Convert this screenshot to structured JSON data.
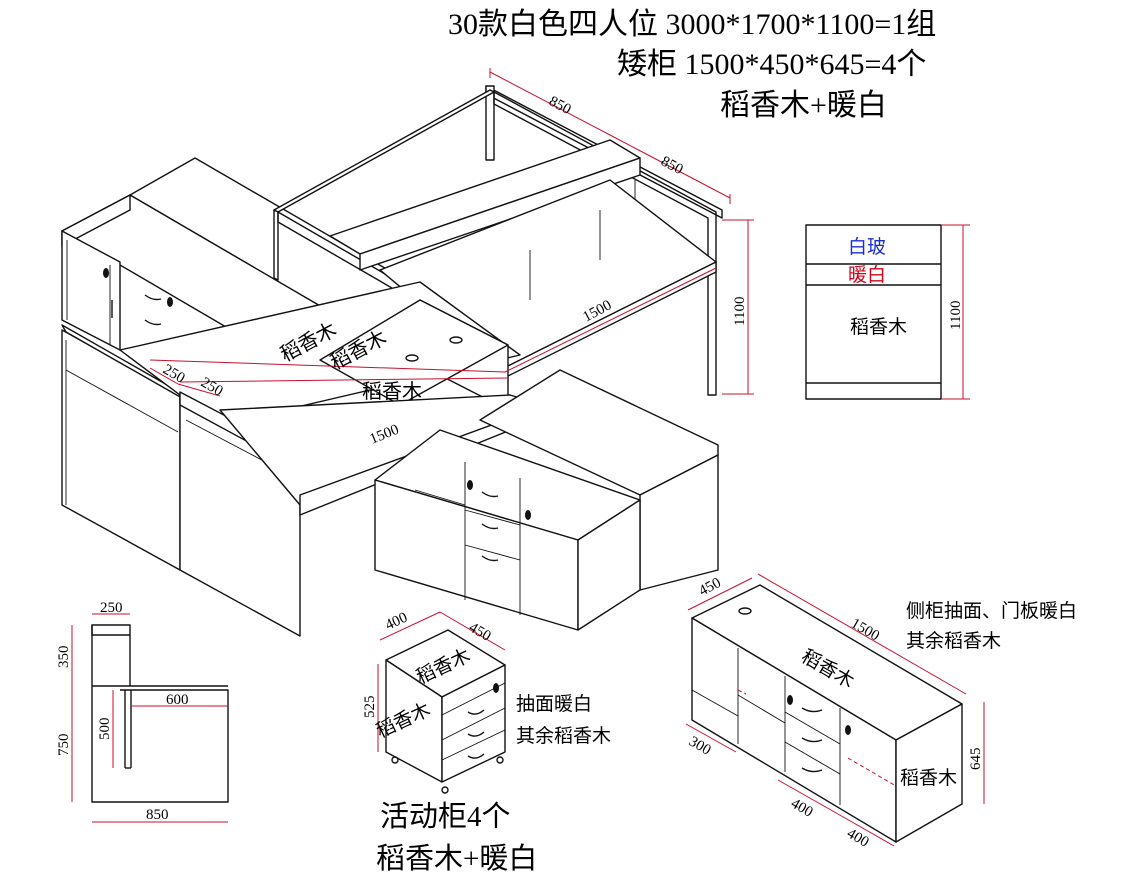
{
  "header": {
    "line1": "30款白色四人位  3000*1700*1100=1组",
    "line2": "矮柜  1500*450*645=4个",
    "line3": "稻香木+暖白"
  },
  "workstation": {
    "dims": {
      "top_width_a": "850",
      "top_width_b": "850",
      "height": "1100",
      "desk_length_back": "1500",
      "desk_length_front": "1500",
      "screen_a": "250",
      "screen_b": "250"
    },
    "material_labels": [
      "稻香木",
      "稻香木",
      "稻香木"
    ]
  },
  "side_panel": {
    "glass_label": "白玻",
    "warm_label": "暖白",
    "wood_label": "稻香木",
    "height": "1100",
    "colors": {
      "glass": "#1a2fd0",
      "warm": "#d0021b"
    }
  },
  "section_view": {
    "dims": {
      "top_width": "250",
      "upper_height": "350",
      "desk_depth": "600",
      "lower_height": "750",
      "leg_height": "500",
      "total_width": "850"
    }
  },
  "mobile_cabinet": {
    "dims": {
      "width": "400",
      "depth": "450",
      "height": "525"
    },
    "top_label": "稻香木",
    "side_label": "稻香木",
    "note_line1": "抽面暖白",
    "note_line2": "其余稻香木",
    "caption_line1": "活动柜4个",
    "caption_line2": "稻香木+暖白"
  },
  "low_cabinet": {
    "dims": {
      "depth": "450",
      "length": "1500",
      "height": "645",
      "open_width": "300",
      "drawer_width": "400",
      "door_width": "400"
    },
    "top_label": "稻香木",
    "side_label": "稻香木",
    "note_line1": "侧柜抽面、门板暖白",
    "note_line2": "其余稻香木"
  }
}
